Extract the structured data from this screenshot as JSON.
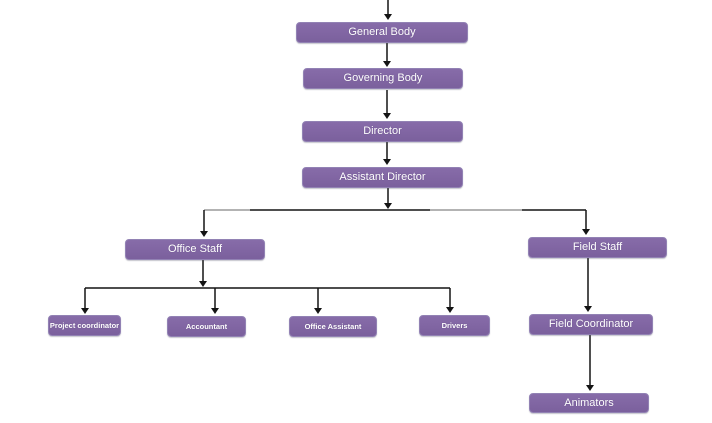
{
  "diagram": {
    "type": "org-chart",
    "nodes": [
      {
        "id": "general-body",
        "label": "General Body"
      },
      {
        "id": "governing-body",
        "label": "Governing Body"
      },
      {
        "id": "director",
        "label": "Director"
      },
      {
        "id": "assistant-director",
        "label": "Assistant Director"
      },
      {
        "id": "office-staff",
        "label": "Office Staff"
      },
      {
        "id": "field-staff",
        "label": "Field Staff"
      },
      {
        "id": "project-coordinator",
        "label": "Project coordinator"
      },
      {
        "id": "accountant",
        "label": "Accountant"
      },
      {
        "id": "office-assistant",
        "label": "Office Assistant"
      },
      {
        "id": "drivers",
        "label": "Drivers"
      },
      {
        "id": "field-coordinator",
        "label": "Field Coordinator"
      },
      {
        "id": "animators",
        "label": "Animators"
      }
    ],
    "edges": [
      {
        "from": "(top)",
        "to": "general-body"
      },
      {
        "from": "general-body",
        "to": "governing-body"
      },
      {
        "from": "governing-body",
        "to": "director"
      },
      {
        "from": "director",
        "to": "assistant-director"
      },
      {
        "from": "assistant-director",
        "to": "office-staff"
      },
      {
        "from": "assistant-director",
        "to": "field-staff"
      },
      {
        "from": "office-staff",
        "to": "project-coordinator"
      },
      {
        "from": "office-staff",
        "to": "accountant"
      },
      {
        "from": "office-staff",
        "to": "office-assistant"
      },
      {
        "from": "office-staff",
        "to": "drivers"
      },
      {
        "from": "field-staff",
        "to": "field-coordinator"
      },
      {
        "from": "field-coordinator",
        "to": "animators"
      }
    ],
    "colors": {
      "node_fill": "#8064A2",
      "node_border": "#9282B4",
      "node_text": "#FFFFFF",
      "connector": "#141414",
      "connector_gray": "#9A9A9A",
      "background": "#FFFFFF"
    }
  }
}
